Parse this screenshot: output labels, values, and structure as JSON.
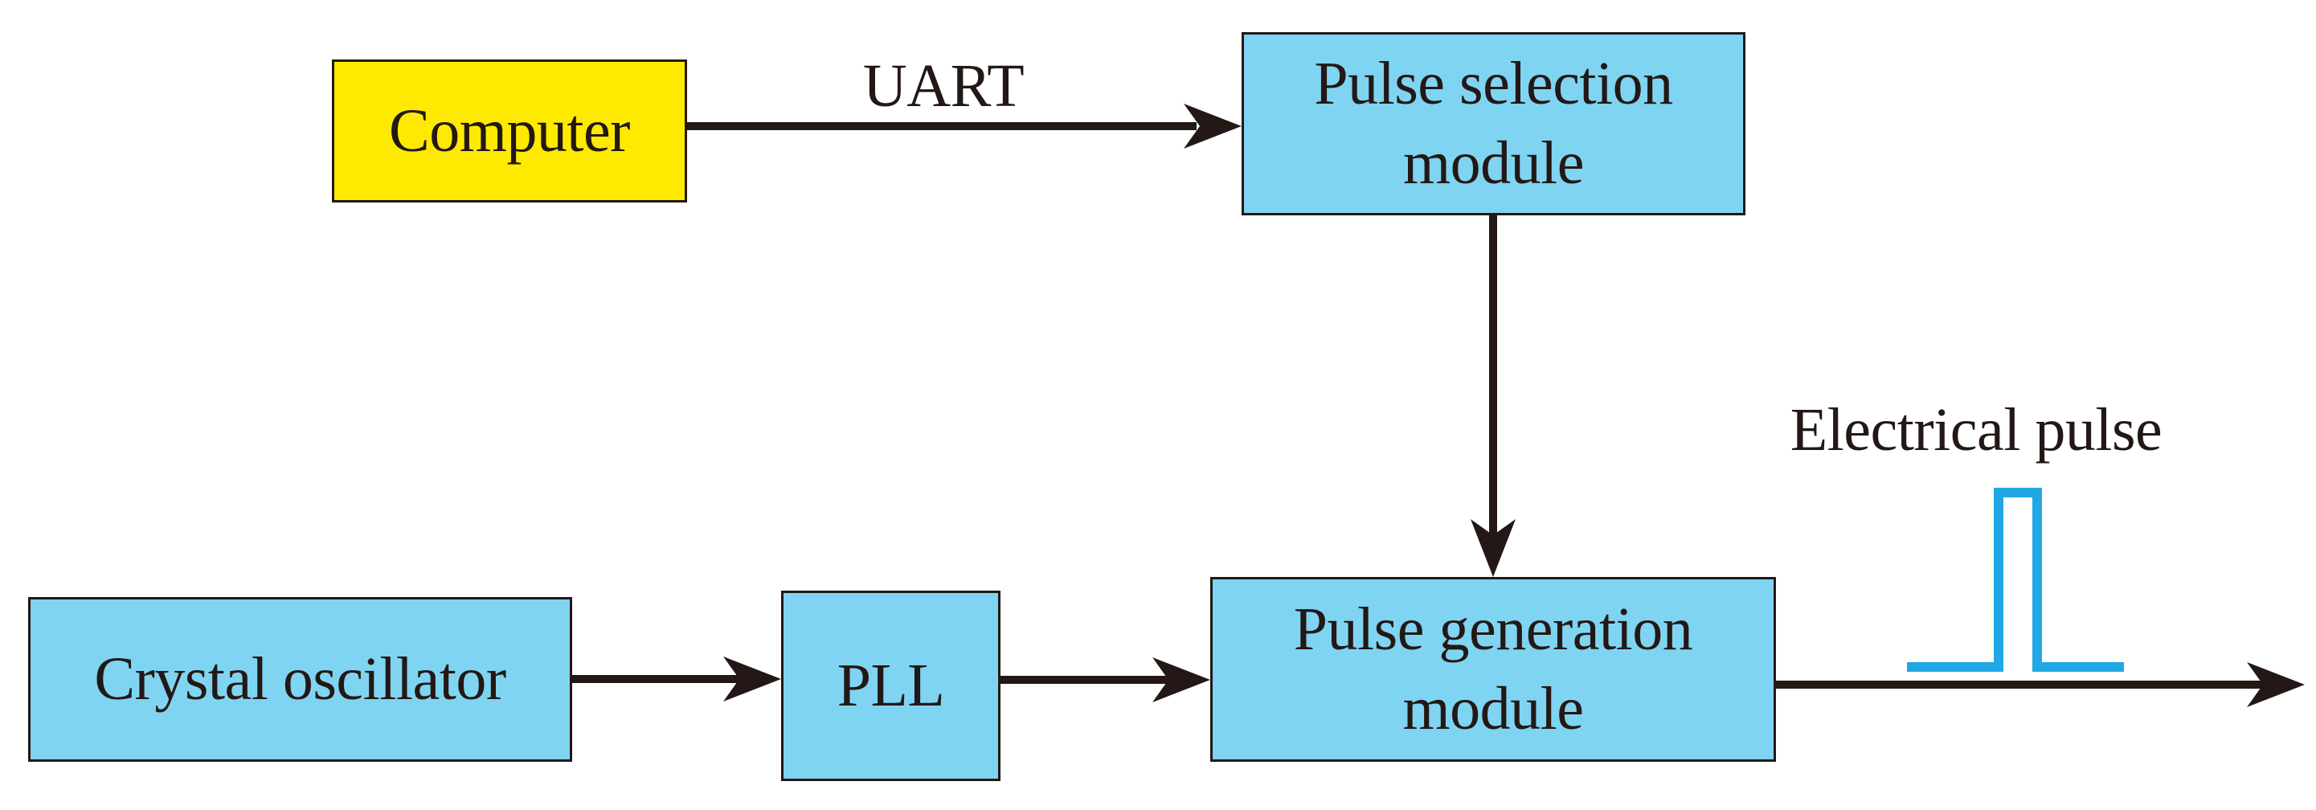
{
  "diagram": {
    "type": "block-diagram",
    "background": "#ffffff",
    "nodes": {
      "computer": {
        "label": "Computer",
        "fill": "#fdea00",
        "border": "#231815"
      },
      "pulse_selection": {
        "label": "Pulse selection module",
        "fill": "#7fd4f2",
        "border": "#231815"
      },
      "crystal_oscillator": {
        "label": "Crystal oscillator",
        "fill": "#7fd4f2",
        "border": "#231815"
      },
      "pll": {
        "label": "PLL",
        "fill": "#7fd4f2",
        "border": "#231815"
      },
      "pulse_generation": {
        "label": "Pulse generation module",
        "fill": "#7fd4f2",
        "border": "#231815"
      }
    },
    "edges": {
      "uart": {
        "from": "Computer",
        "to": "Pulse selection module",
        "label": "UART"
      },
      "selection_to_generation": {
        "from": "Pulse selection module",
        "to": "Pulse generation module",
        "label": ""
      },
      "crystal_to_pll": {
        "from": "Crystal oscillator",
        "to": "PLL",
        "label": ""
      },
      "pll_to_generation": {
        "from": "PLL",
        "to": "Pulse generation module",
        "label": ""
      },
      "output": {
        "from": "Pulse generation module",
        "to": "",
        "label": ""
      }
    },
    "annotations": {
      "electrical_pulse": {
        "label": "Electrical pulse",
        "waveform": "square-pulse",
        "waveform_color": "#21a8e4"
      }
    },
    "colors": {
      "node_fill_blue": "#7fd4f2",
      "node_fill_yellow": "#fdea00",
      "stroke_dark": "#231815",
      "pulse_waveform": "#21a8e4",
      "background": "#ffffff"
    }
  }
}
